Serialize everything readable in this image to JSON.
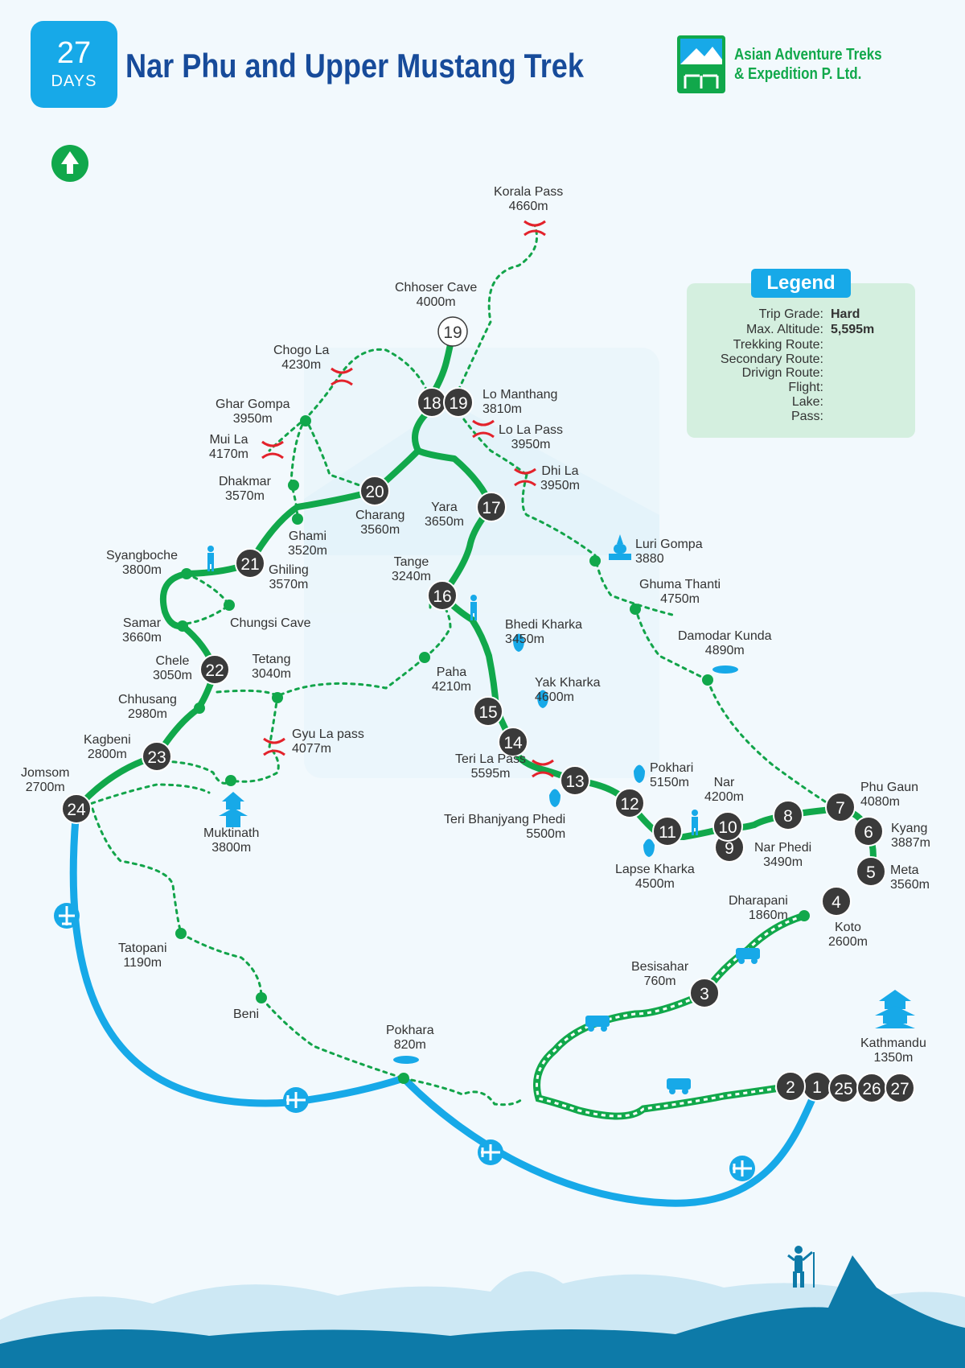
{
  "header": {
    "days_number": "27",
    "days_label": "DAYS",
    "title": "Nar Phu and Upper Mustang Trek",
    "company_line1": "Asian Adventure Treks",
    "company_line2": "& Expedition P. Ltd."
  },
  "legend": {
    "title": "Legend",
    "trip_grade_label": "Trip Grade:",
    "trip_grade_value": "Hard",
    "max_alt_label": "Max. Altitude:",
    "max_alt_value": "5,595m",
    "trekking_label": "Trekking Route:",
    "secondary_label": "Secondary Route:",
    "driving_label": "Drivign Route:",
    "flight_label": "Flight:",
    "lake_label": "Lake:",
    "pass_label": "Pass:"
  },
  "colors": {
    "trek_green": "#11a84b",
    "secondary_green": "#12a44a",
    "flight_blue": "#17a9e8",
    "stop_dark": "#3a3a3a",
    "pass_red": "#e3222b",
    "title_blue": "#174b9a"
  },
  "labels": {
    "korala_name": "Korala Pass",
    "korala_alt": "4660m",
    "chhoser_name": "Chhoser Cave",
    "chhoser_alt": "4000m",
    "chogo_name": "Chogo La",
    "chogo_alt": "4230m",
    "ghargompa_name": "Ghar Gompa",
    "ghargompa_alt": "3950m",
    "muila_name": "Mui La",
    "muila_alt": "4170m",
    "dhakmar_name": "Dhakmar",
    "dhakmar_alt": "3570m",
    "lomanthang_name": "Lo Manthang",
    "lomanthang_alt": "3810m",
    "lola_name": "Lo La Pass",
    "lola_alt": "3950m",
    "dhila_name": "Dhi La",
    "dhila_alt": "3950m",
    "yara_name": "Yara",
    "yara_alt": "3650m",
    "charang_name": "Charang",
    "charang_alt": "3560m",
    "ghami_name": "Ghami",
    "ghami_alt": "3520m",
    "syangboche_name": "Syangboche",
    "syangboche_alt": "3800m",
    "ghiling_name": "Ghiling",
    "ghiling_alt": "3570m",
    "tange_name": "Tange",
    "tange_alt": "3240m",
    "lurigompa_name": "Luri Gompa",
    "lurigompa_alt": "3880",
    "ghumathanti_name": "Ghuma Thanti",
    "ghumathanti_alt": "4750m",
    "samar_name": "Samar",
    "samar_alt": "3660m",
    "chungsi_name": "Chungsi Cave",
    "bhedikharka_name": "Bhedi Kharka",
    "bhedikharka_alt": "3450m",
    "damodar_name": "Damodar Kunda",
    "damodar_alt": "4890m",
    "chele_name": "Chele",
    "chele_alt": "3050m",
    "tetang_name": "Tetang",
    "tetang_alt": "3040m",
    "paha_name": "Paha",
    "paha_alt": "4210m",
    "yakkharka_name": "Yak Kharka",
    "yakkharka_alt": "4600m",
    "chhusang_name": "Chhusang",
    "chhusang_alt": "2980m",
    "gyula_name": "Gyu La pass",
    "gyula_alt": "4077m",
    "kagbeni_name": "Kagbeni",
    "kagbeni_alt": "2800m",
    "terila_name": "Teri La Pass",
    "terila_alt": "5595m",
    "pokhari_name": "Pokhari",
    "pokhari_alt": "5150m",
    "nar_name": "Nar",
    "nar_alt": "4200m",
    "phugaun_name": "Phu Gaun",
    "phugaun_alt": "4080m",
    "jomsom_name": "Jomsom",
    "jomsom_alt": "2700m",
    "teribhanjyang_name": "Teri Bhanjyang Phedi",
    "teribhanjyang_alt": "5500m",
    "kyang_name": "Kyang",
    "kyang_alt": "3887m",
    "muktinath_name": "Muktinath",
    "muktinath_alt": "3800m",
    "narphedi_name": "Nar Phedi",
    "narphedi_alt": "3490m",
    "lapsekharka_name": "Lapse Kharka",
    "lapsekharka_alt": "4500m",
    "meta_name": "Meta",
    "meta_alt": "3560m",
    "dharapani_name": "Dharapani",
    "dharapani_alt": "1860m",
    "koto_name": "Koto",
    "koto_alt": "2600m",
    "tatopani_name": "Tatopani",
    "tatopani_alt": "1190m",
    "besisahar_name": "Besisahar",
    "besisahar_alt": "760m",
    "beni_name": "Beni",
    "kathmandu_name": "Kathmandu",
    "kathmandu_alt": "1350m",
    "pokhara_name": "Pokhara",
    "pokhara_alt": "820m"
  },
  "stops": [
    {
      "day": "1"
    },
    {
      "day": "2"
    },
    {
      "day": "3"
    },
    {
      "day": "4"
    },
    {
      "day": "5"
    },
    {
      "day": "6"
    },
    {
      "day": "7"
    },
    {
      "day": "8"
    },
    {
      "day": "9"
    },
    {
      "day": "10"
    },
    {
      "day": "11"
    },
    {
      "day": "12"
    },
    {
      "day": "13"
    },
    {
      "day": "14"
    },
    {
      "day": "15"
    },
    {
      "day": "16"
    },
    {
      "day": "17"
    },
    {
      "day": "18"
    },
    {
      "day": "19"
    },
    {
      "day": "19"
    },
    {
      "day": "20"
    },
    {
      "day": "21"
    },
    {
      "day": "22"
    },
    {
      "day": "23"
    },
    {
      "day": "24"
    },
    {
      "day": "25"
    },
    {
      "day": "26"
    },
    {
      "day": "27"
    }
  ]
}
